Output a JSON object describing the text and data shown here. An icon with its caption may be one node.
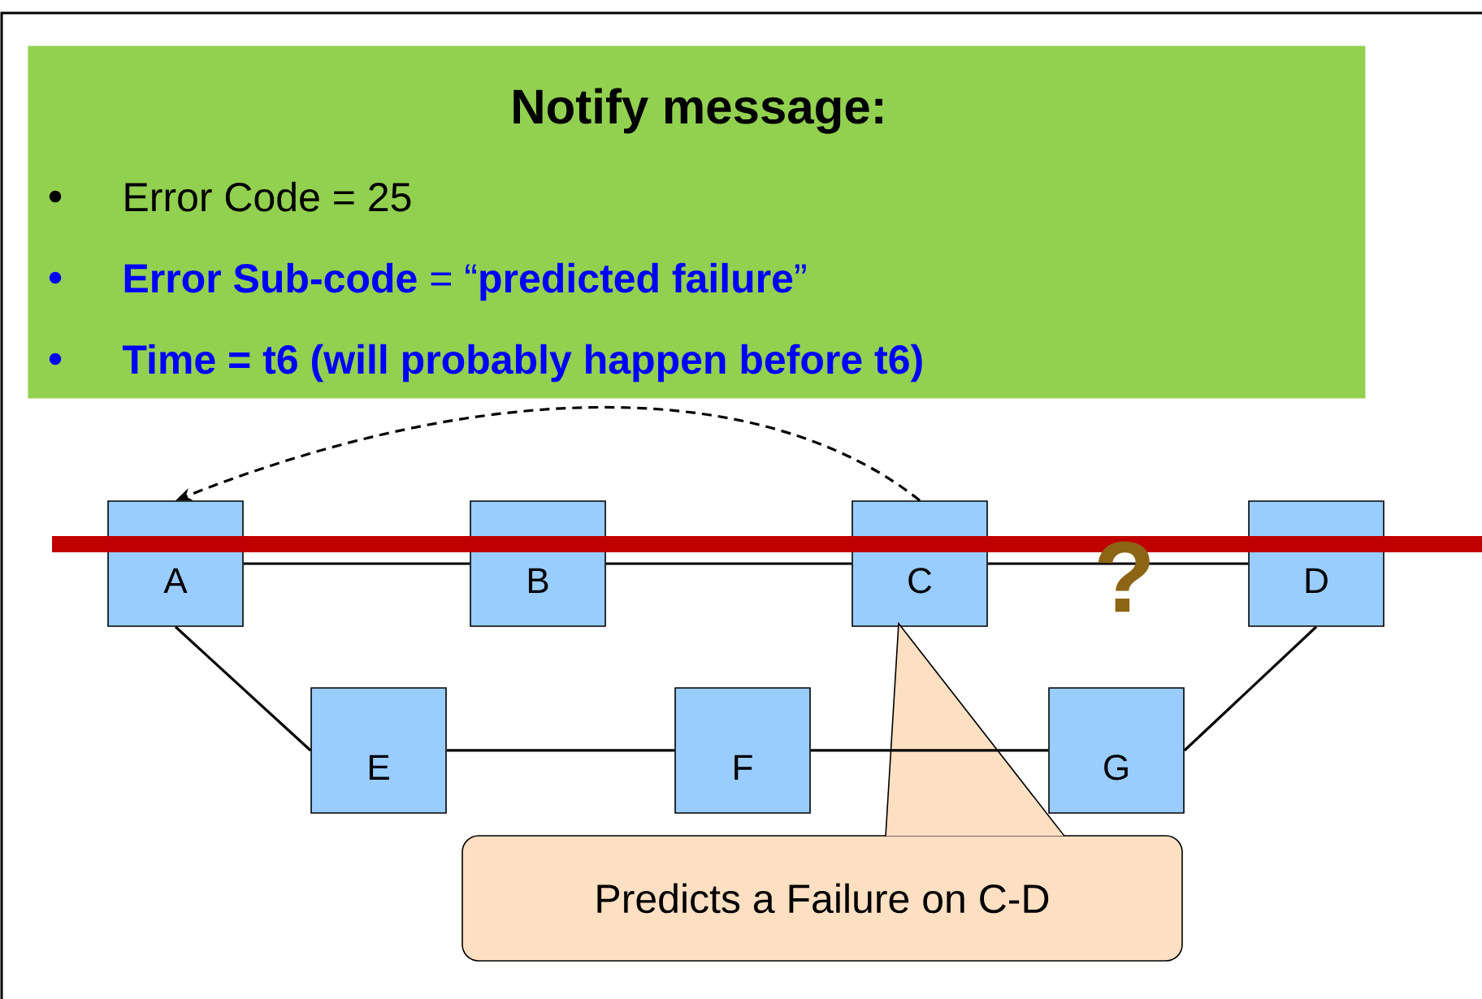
{
  "diagram": {
    "nodes": [
      {
        "text": [
          "Notify message:",
          "Error Code = 25",
          "**Error Sub-code** = “**predicted failure**”",
          "Time = t6 (will probably happen before t6)"
        ]
      },
      {
        "text": [
          "A"
        ]
      },
      {
        "text": [
          "B"
        ]
      },
      {
        "text": [
          "C"
        ]
      },
      {
        "text": [
          "D"
        ]
      },
      {
        "text": [
          "E"
        ]
      },
      {
        "text": [
          "F"
        ]
      },
      {
        "text": [
          "G"
        ]
      },
      {
        "text": [
          "Predicts a Failure on C-D"
        ]
      }
    ],
    "edges": [
      {
        "from": 1,
        "to": 2,
        "arrow": "none"
      },
      {
        "from": 2,
        "to": 3,
        "arrow": "none"
      },
      {
        "from": 3,
        "to": 4,
        "arrow": "none"
      },
      {
        "from": 1,
        "to": 5,
        "arrow": "none"
      },
      {
        "from": 5,
        "to": 6,
        "arrow": "none"
      },
      {
        "from": 6,
        "to": 7,
        "arrow": "none"
      },
      {
        "from": 7,
        "to": 4,
        "arrow": "none"
      },
      {
        "from": 3,
        "to": 1,
        "arrow": "to",
        "style": "dashed"
      },
      {
        "from": 8,
        "to": 3,
        "arrow": "none"
      }
    ],
    "labels": [
      "?"
    ]
  }
}
